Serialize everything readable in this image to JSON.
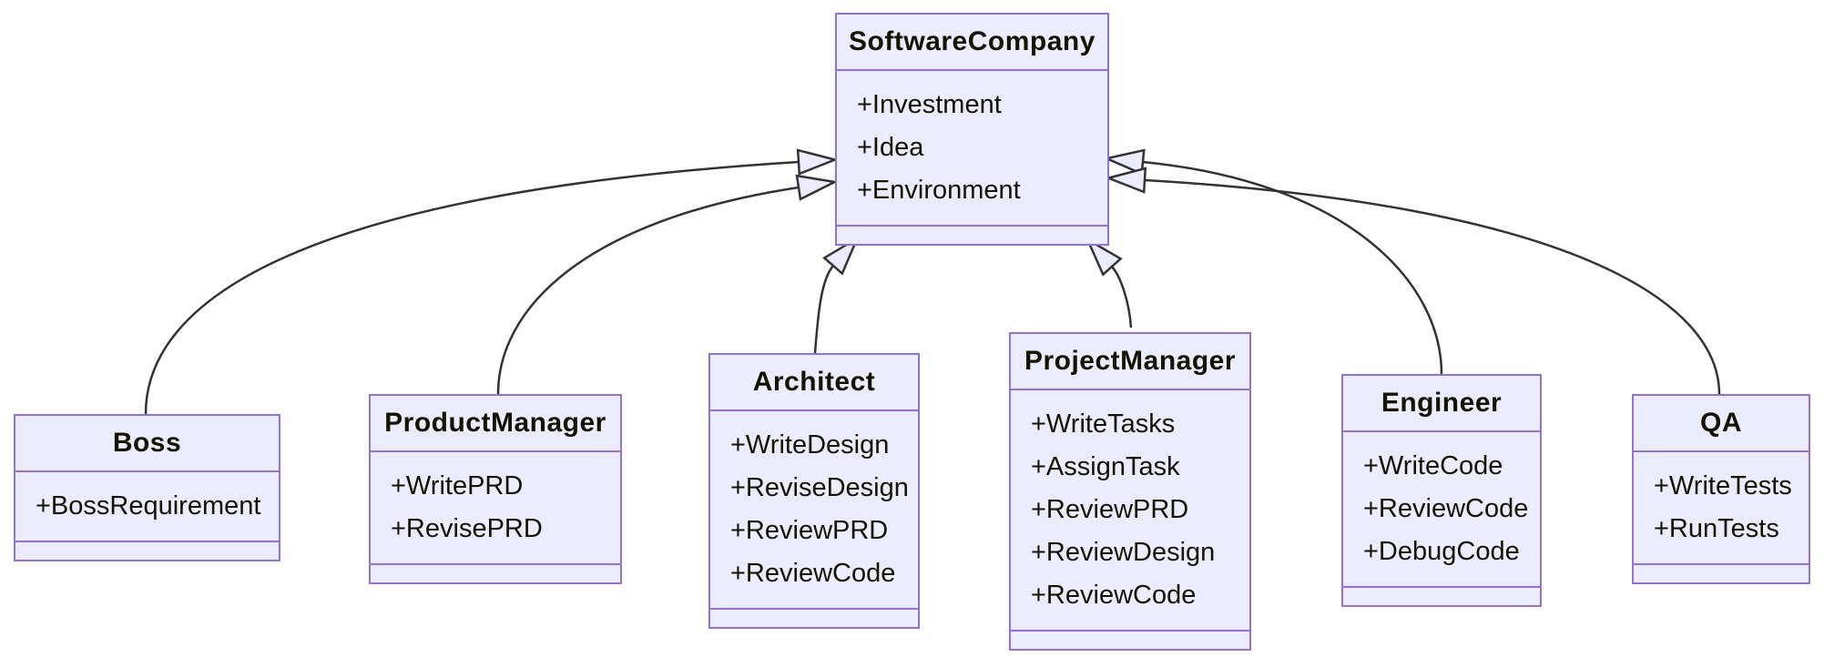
{
  "diagram": {
    "type": "uml-class-diagram",
    "colors": {
      "class_fill": "#ECECFF",
      "class_border": "#9370DB",
      "edge_line": "#333333",
      "arrowhead_fill": "#ECECFF",
      "text": "#131300",
      "background": "#FFFFFF"
    },
    "classes": [
      {
        "name": "SoftwareCompany",
        "members": [
          "+Investment",
          "+Idea",
          "+Environment"
        ]
      },
      {
        "name": "Boss",
        "members": [
          "+BossRequirement"
        ]
      },
      {
        "name": "ProductManager",
        "members": [
          "+WritePRD",
          "+RevisePRD"
        ]
      },
      {
        "name": "Architect",
        "members": [
          "+WriteDesign",
          "+ReviseDesign",
          "+ReviewPRD",
          "+ReviewCode"
        ]
      },
      {
        "name": "ProjectManager",
        "members": [
          "+WriteTasks",
          "+AssignTask",
          "+ReviewPRD",
          "+ReviewDesign",
          "+ReviewCode"
        ]
      },
      {
        "name": "Engineer",
        "members": [
          "+WriteCode",
          "+ReviewCode",
          "+DebugCode"
        ]
      },
      {
        "name": "QA",
        "members": [
          "+WriteTests",
          "+RunTests"
        ]
      }
    ],
    "relationships": [
      {
        "from": "Boss",
        "to": "SoftwareCompany",
        "type": "inheritance"
      },
      {
        "from": "ProductManager",
        "to": "SoftwareCompany",
        "type": "inheritance"
      },
      {
        "from": "Architect",
        "to": "SoftwareCompany",
        "type": "inheritance"
      },
      {
        "from": "ProjectManager",
        "to": "SoftwareCompany",
        "type": "inheritance"
      },
      {
        "from": "Engineer",
        "to": "SoftwareCompany",
        "type": "inheritance"
      },
      {
        "from": "QA",
        "to": "SoftwareCompany",
        "type": "inheritance"
      }
    ]
  }
}
